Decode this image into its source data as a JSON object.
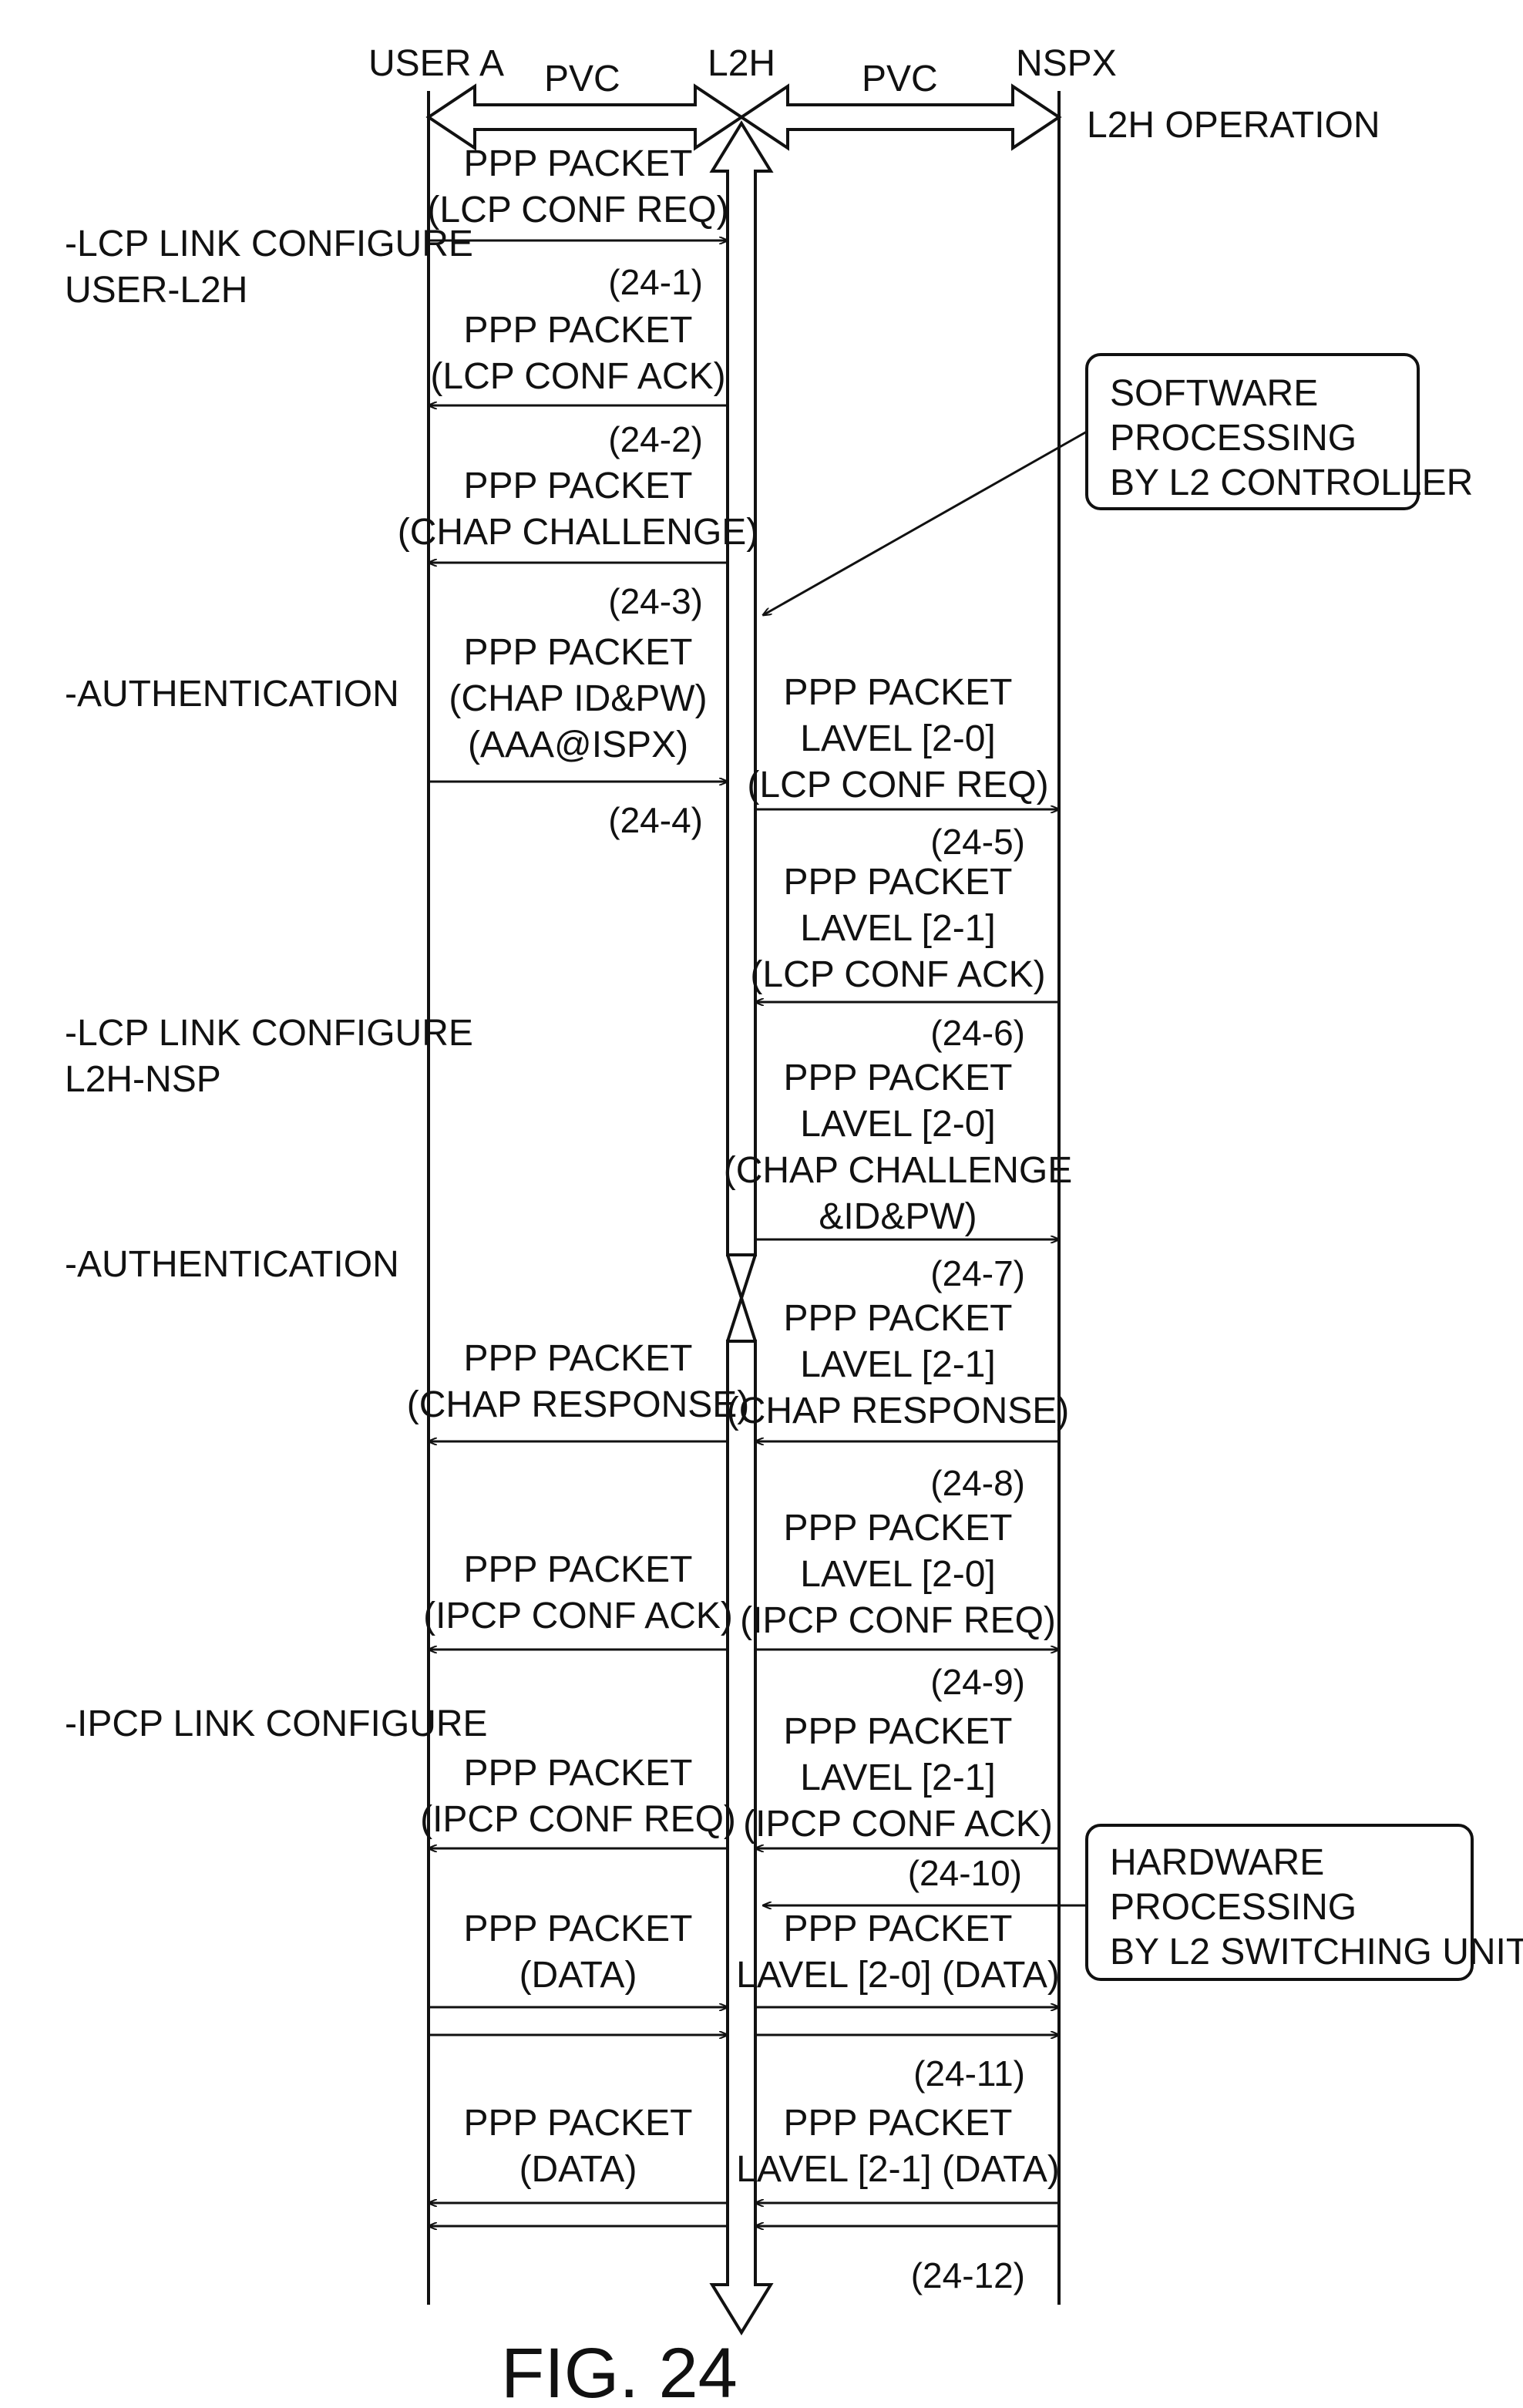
{
  "lanes": {
    "user": "USER A",
    "l2h": "L2H",
    "nsp": "NSPX",
    "pvc_left": "PVC",
    "pvc_right": "PVC"
  },
  "heading": "L2H OPERATION",
  "phases": [
    [
      "-LCP LINK CONFIGURE",
      "USER-L2H"
    ],
    [
      "-AUTHENTICATION"
    ],
    [
      "-LCP LINK CONFIGURE",
      "L2H-NSP"
    ],
    [
      "-AUTHENTICATION"
    ],
    [
      "-IPCP LINK CONFIGURE"
    ]
  ],
  "callouts": {
    "software": [
      "SOFTWARE",
      "PROCESSING",
      "BY L2 CONTROLLER"
    ],
    "hardware": [
      "HARDWARE",
      "PROCESSING",
      "BY L2 SWITCHING UNIT"
    ]
  },
  "messages": [
    {
      "lines": [
        "PPP PACKET",
        "(LCP CONF REQ)"
      ],
      "id": "(24-1)"
    },
    {
      "lines": [
        "PPP PACKET",
        "(LCP CONF ACK)"
      ],
      "id": "(24-2)"
    },
    {
      "lines": [
        "PPP PACKET",
        "(CHAP CHALLENGE)"
      ],
      "id": "(24-3)"
    },
    {
      "lines": [
        "PPP PACKET",
        "(CHAP ID&PW)",
        "(AAA@ISPX)"
      ],
      "id": "(24-4)"
    },
    {
      "lines": [
        "PPP PACKET",
        "LAVEL [2-0]",
        "(LCP CONF REQ)"
      ],
      "id": "(24-5)"
    },
    {
      "lines": [
        "PPP PACKET",
        "LAVEL [2-1]",
        "(LCP CONF ACK)"
      ],
      "id": "(24-6)"
    },
    {
      "lines": [
        "PPP PACKET",
        "LAVEL [2-0]",
        "(CHAP CHALLENGE",
        "&ID&PW)"
      ],
      "id": "(24-7)"
    },
    {
      "lines": [
        "PPP PACKET",
        "LAVEL [2-1]",
        "(CHAP RESPONSE)"
      ],
      "id": "(24-8)"
    },
    {
      "lines": [
        "PPP PACKET",
        "(CHAP RESPONSE)"
      ]
    },
    {
      "lines": [
        "PPP PACKET",
        "LAVEL [2-0]",
        "(IPCP CONF REQ)"
      ],
      "id": "(24-9)"
    },
    {
      "lines": [
        "PPP PACKET",
        "(IPCP CONF ACK)"
      ]
    },
    {
      "lines": [
        "PPP PACKET",
        "LAVEL [2-1]",
        "(IPCP CONF ACK)"
      ],
      "id": "(24-10)"
    },
    {
      "lines": [
        "PPP PACKET",
        "(IPCP CONF REQ)"
      ]
    },
    {
      "lines": [
        "PPP PACKET",
        "(DATA)"
      ]
    },
    {
      "lines": [
        "PPP PACKET",
        "LAVEL [2-0] (DATA)"
      ],
      "id": "(24-11)"
    },
    {
      "lines": [
        "PPP PACKET",
        "(DATA)"
      ]
    },
    {
      "lines": [
        "PPP PACKET",
        "LAVEL [2-1] (DATA)"
      ],
      "id": "(24-12)"
    }
  ],
  "figure_label": "FIG. 24"
}
